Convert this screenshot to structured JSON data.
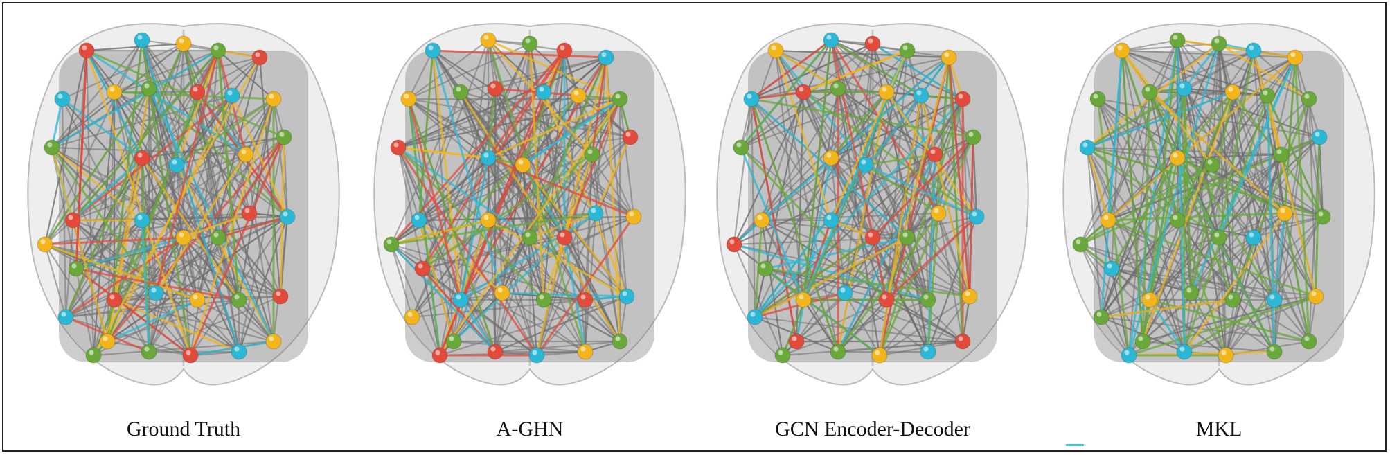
{
  "figure": {
    "panels": [
      {
        "label": "Ground Truth"
      },
      {
        "label": "A-GHN"
      },
      {
        "label": "GCN Encoder-Decoder"
      },
      {
        "label": "MKL"
      }
    ],
    "colors": {
      "red": "#e24a3b",
      "green": "#6aa83a",
      "yellow": "#f2b51c",
      "cyan": "#2bb8d6",
      "edge_gray": "#6f6f6f",
      "brain_shell": "#d9d9d9"
    }
  }
}
